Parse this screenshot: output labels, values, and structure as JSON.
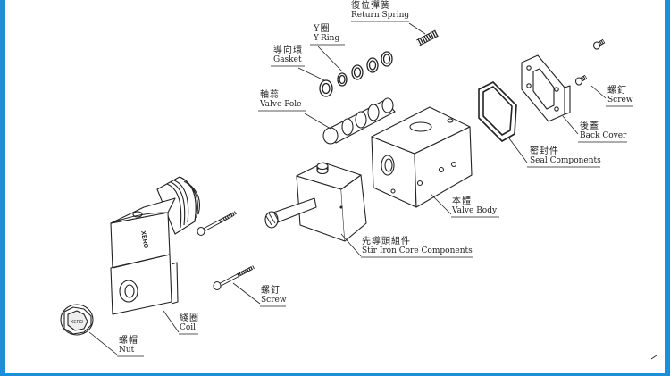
{
  "logo": "XERO",
  "labels": {
    "return_spring": {
      "zh": "復位彈簧",
      "en": "Return Spring"
    },
    "y_ring": {
      "zh": "Y圈",
      "en": "Y-Ring"
    },
    "gasket": {
      "zh": "導向環",
      "en": "Gasket"
    },
    "valve_pole": {
      "zh": "軸蕊",
      "en": "Valve Pole"
    },
    "screw_right": {
      "zh": "螺釘",
      "en": "Screw"
    },
    "back_cover": {
      "zh": "後蓋",
      "en": "Back Cover"
    },
    "seal": {
      "zh": "密封件",
      "en": "Seal Components"
    },
    "valve_body": {
      "zh": "本體",
      "en": "Valve Body"
    },
    "stir_iron": {
      "zh": "先導頭組件",
      "en": "Stir Iron Core Components"
    },
    "screw_mid": {
      "zh": "螺釘",
      "en": "Screw"
    },
    "coil": {
      "zh": "綫圈",
      "en": "Coil"
    },
    "nut": {
      "zh": "螺帽",
      "en": "Nut"
    }
  },
  "colors": {
    "frame": "#1e8fd6",
    "ink": "#222222"
  }
}
